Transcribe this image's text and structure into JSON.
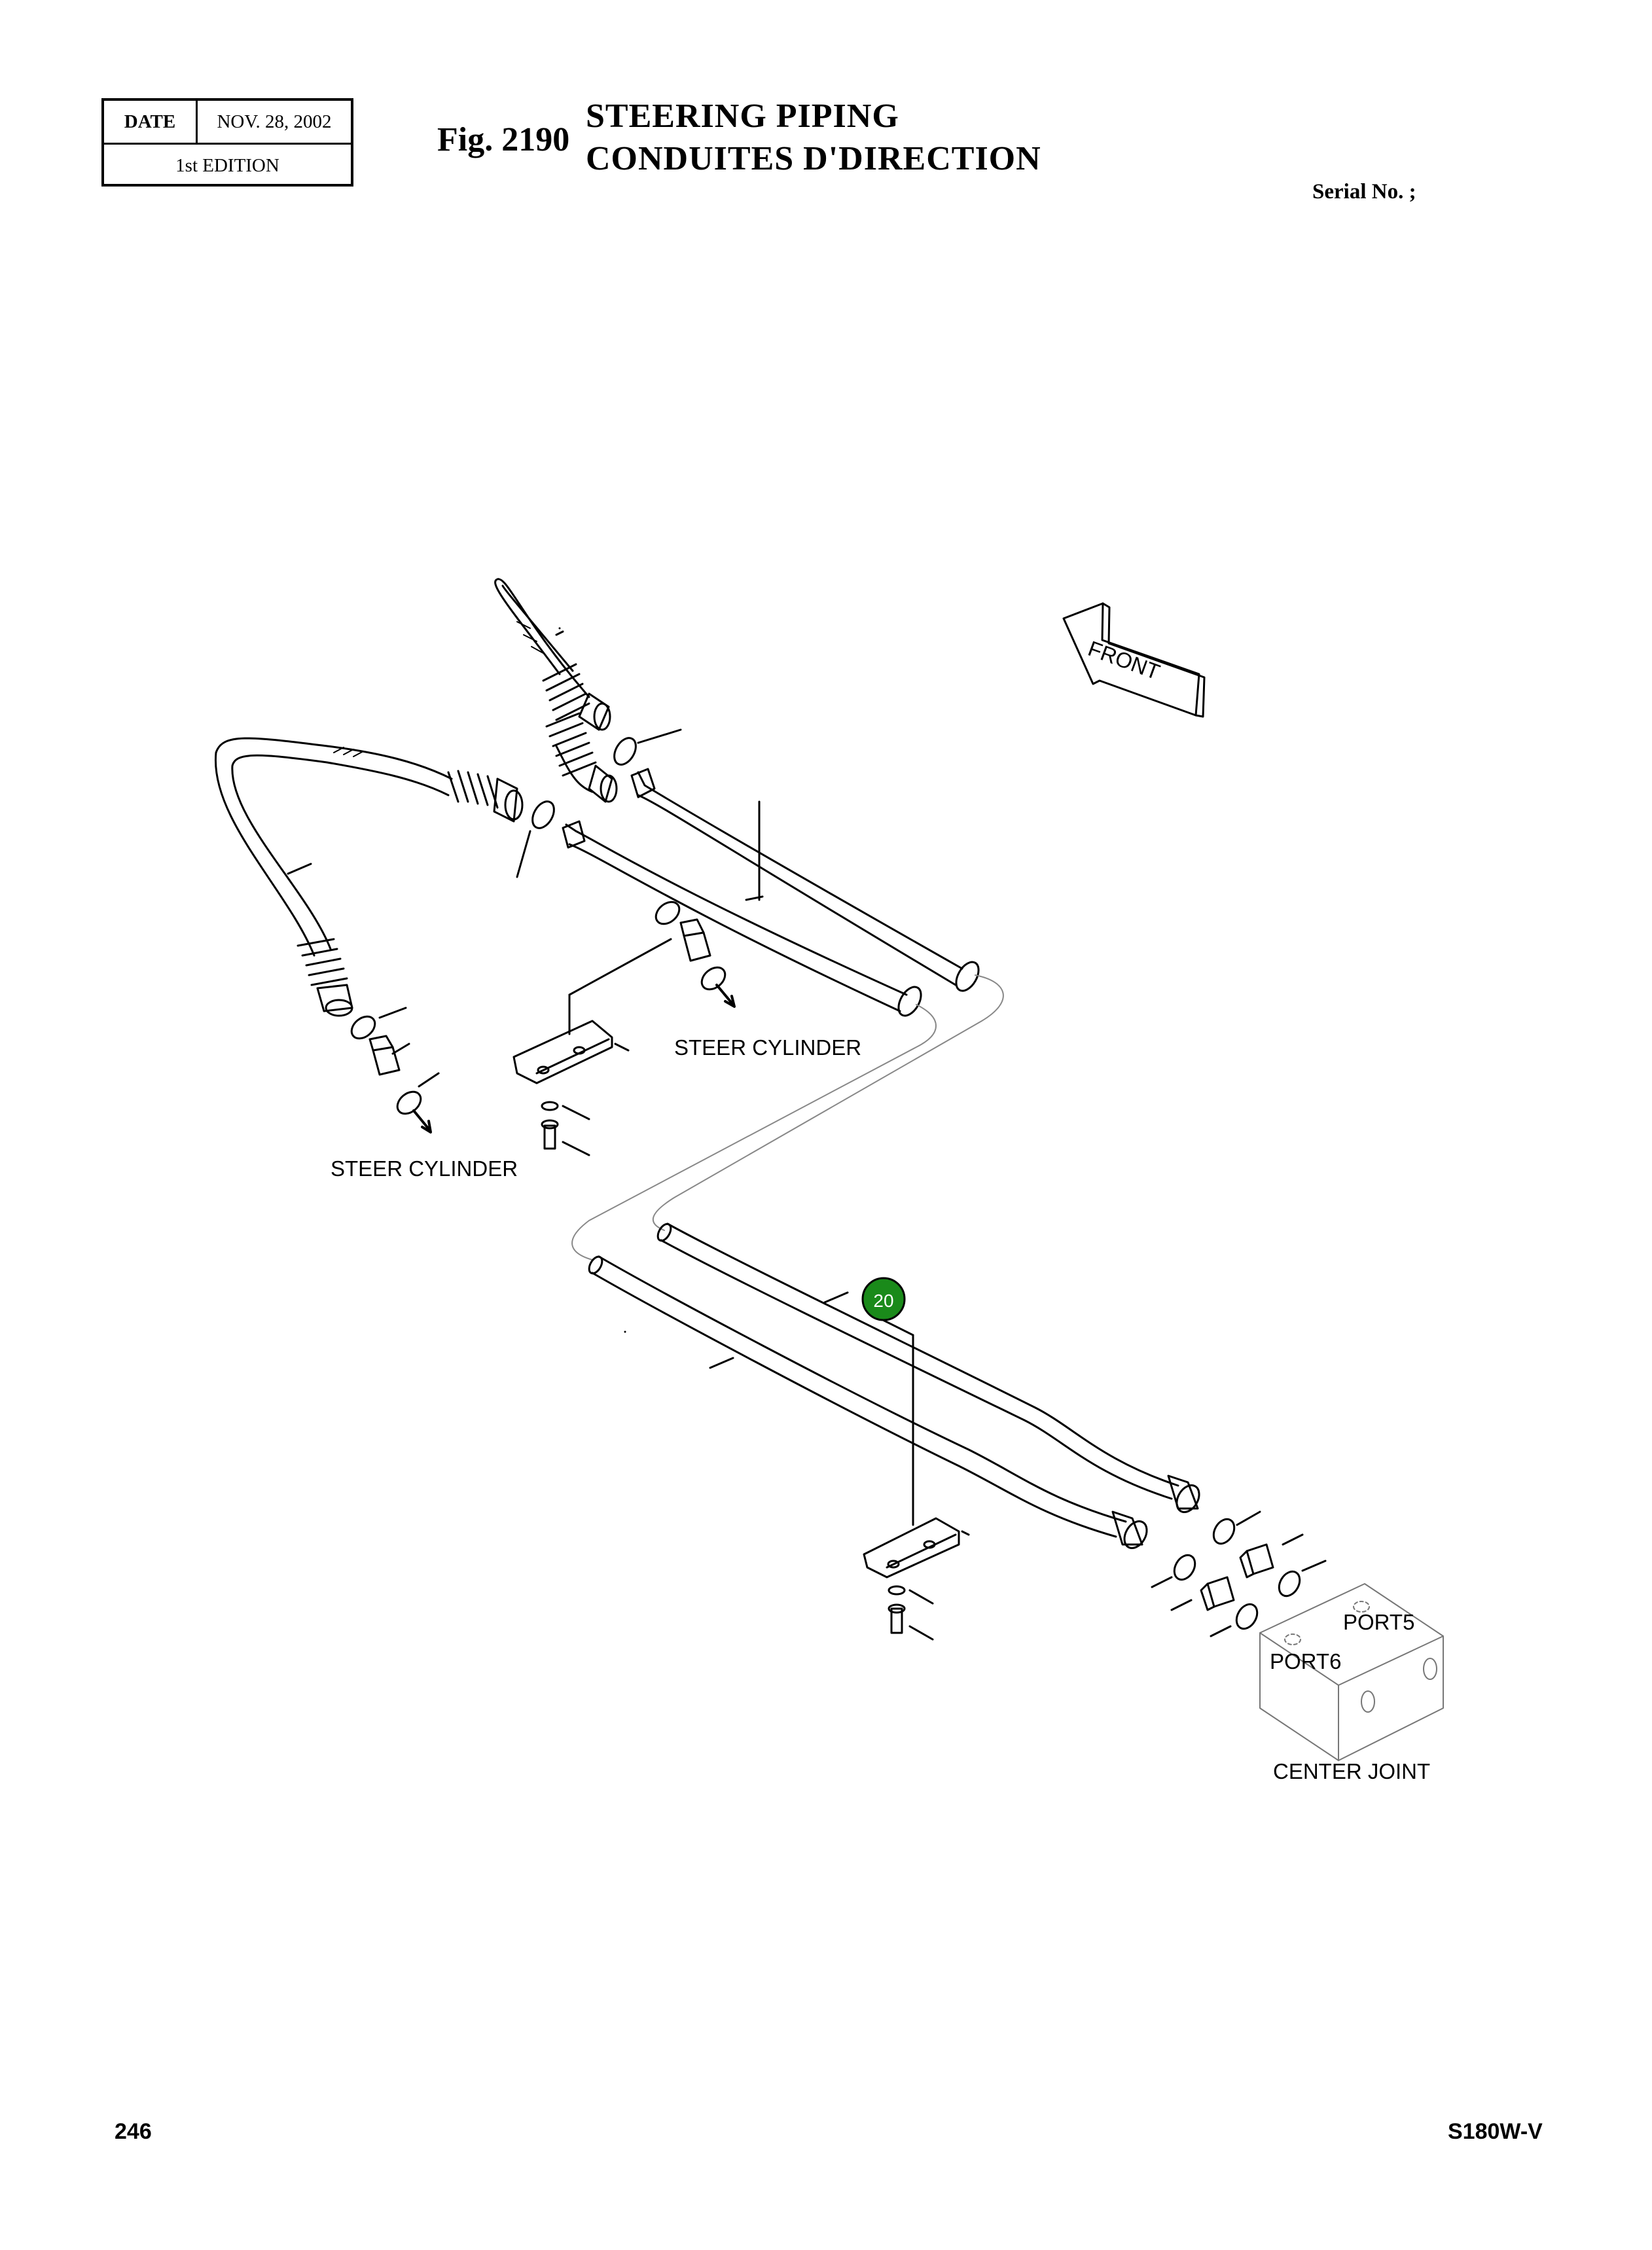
{
  "header": {
    "date_label": "DATE",
    "date_value": "NOV.  28, 2002",
    "edition": "1st EDITION",
    "fig_number": "Fig. 2190",
    "title_en": "STEERING PIPING",
    "title_fr": "CONDUITES D'DIRECTION",
    "serial": "Serial No. ;"
  },
  "diagram": {
    "front_label": "FRONT",
    "steer_cylinder_upper": "STEER CYLINDER",
    "steer_cylinder_lower": "STEER CYLINDER",
    "port5": "PORT5",
    "port6": "PORT6",
    "center_joint": "CENTER JOINT",
    "callout_20": "20",
    "callout_color": "#1a8a1a"
  },
  "footer": {
    "page_number": "246",
    "model": "S180W-V"
  }
}
